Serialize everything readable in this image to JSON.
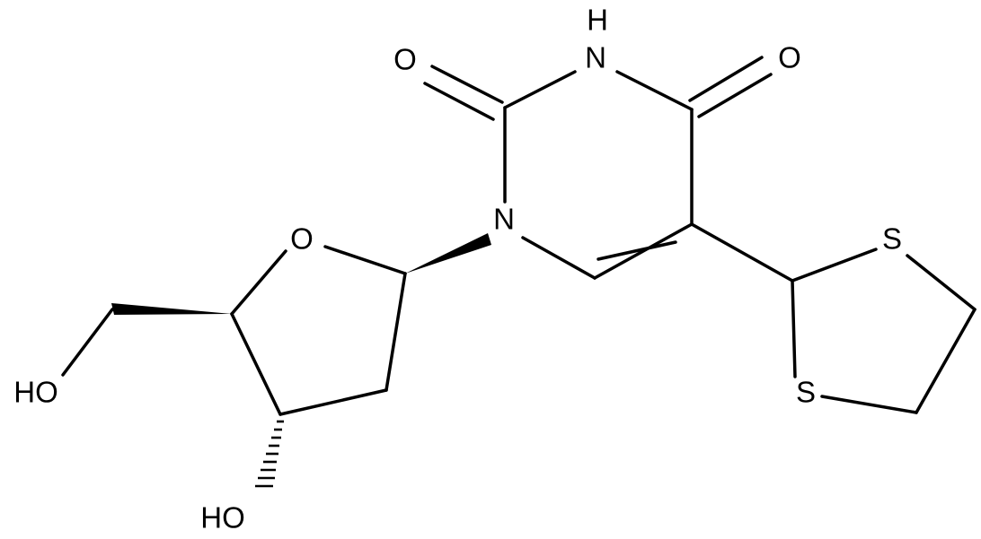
{
  "atoms": {
    "o_carbonyl_2": "O",
    "n3": "N",
    "n3_h": "H",
    "o_carbonyl_4": "O",
    "n1": "N",
    "o_ring": "O",
    "s_upper": "S",
    "s_lower": "S",
    "ho_5prime": "HO",
    "ho_3prime": "HO"
  }
}
